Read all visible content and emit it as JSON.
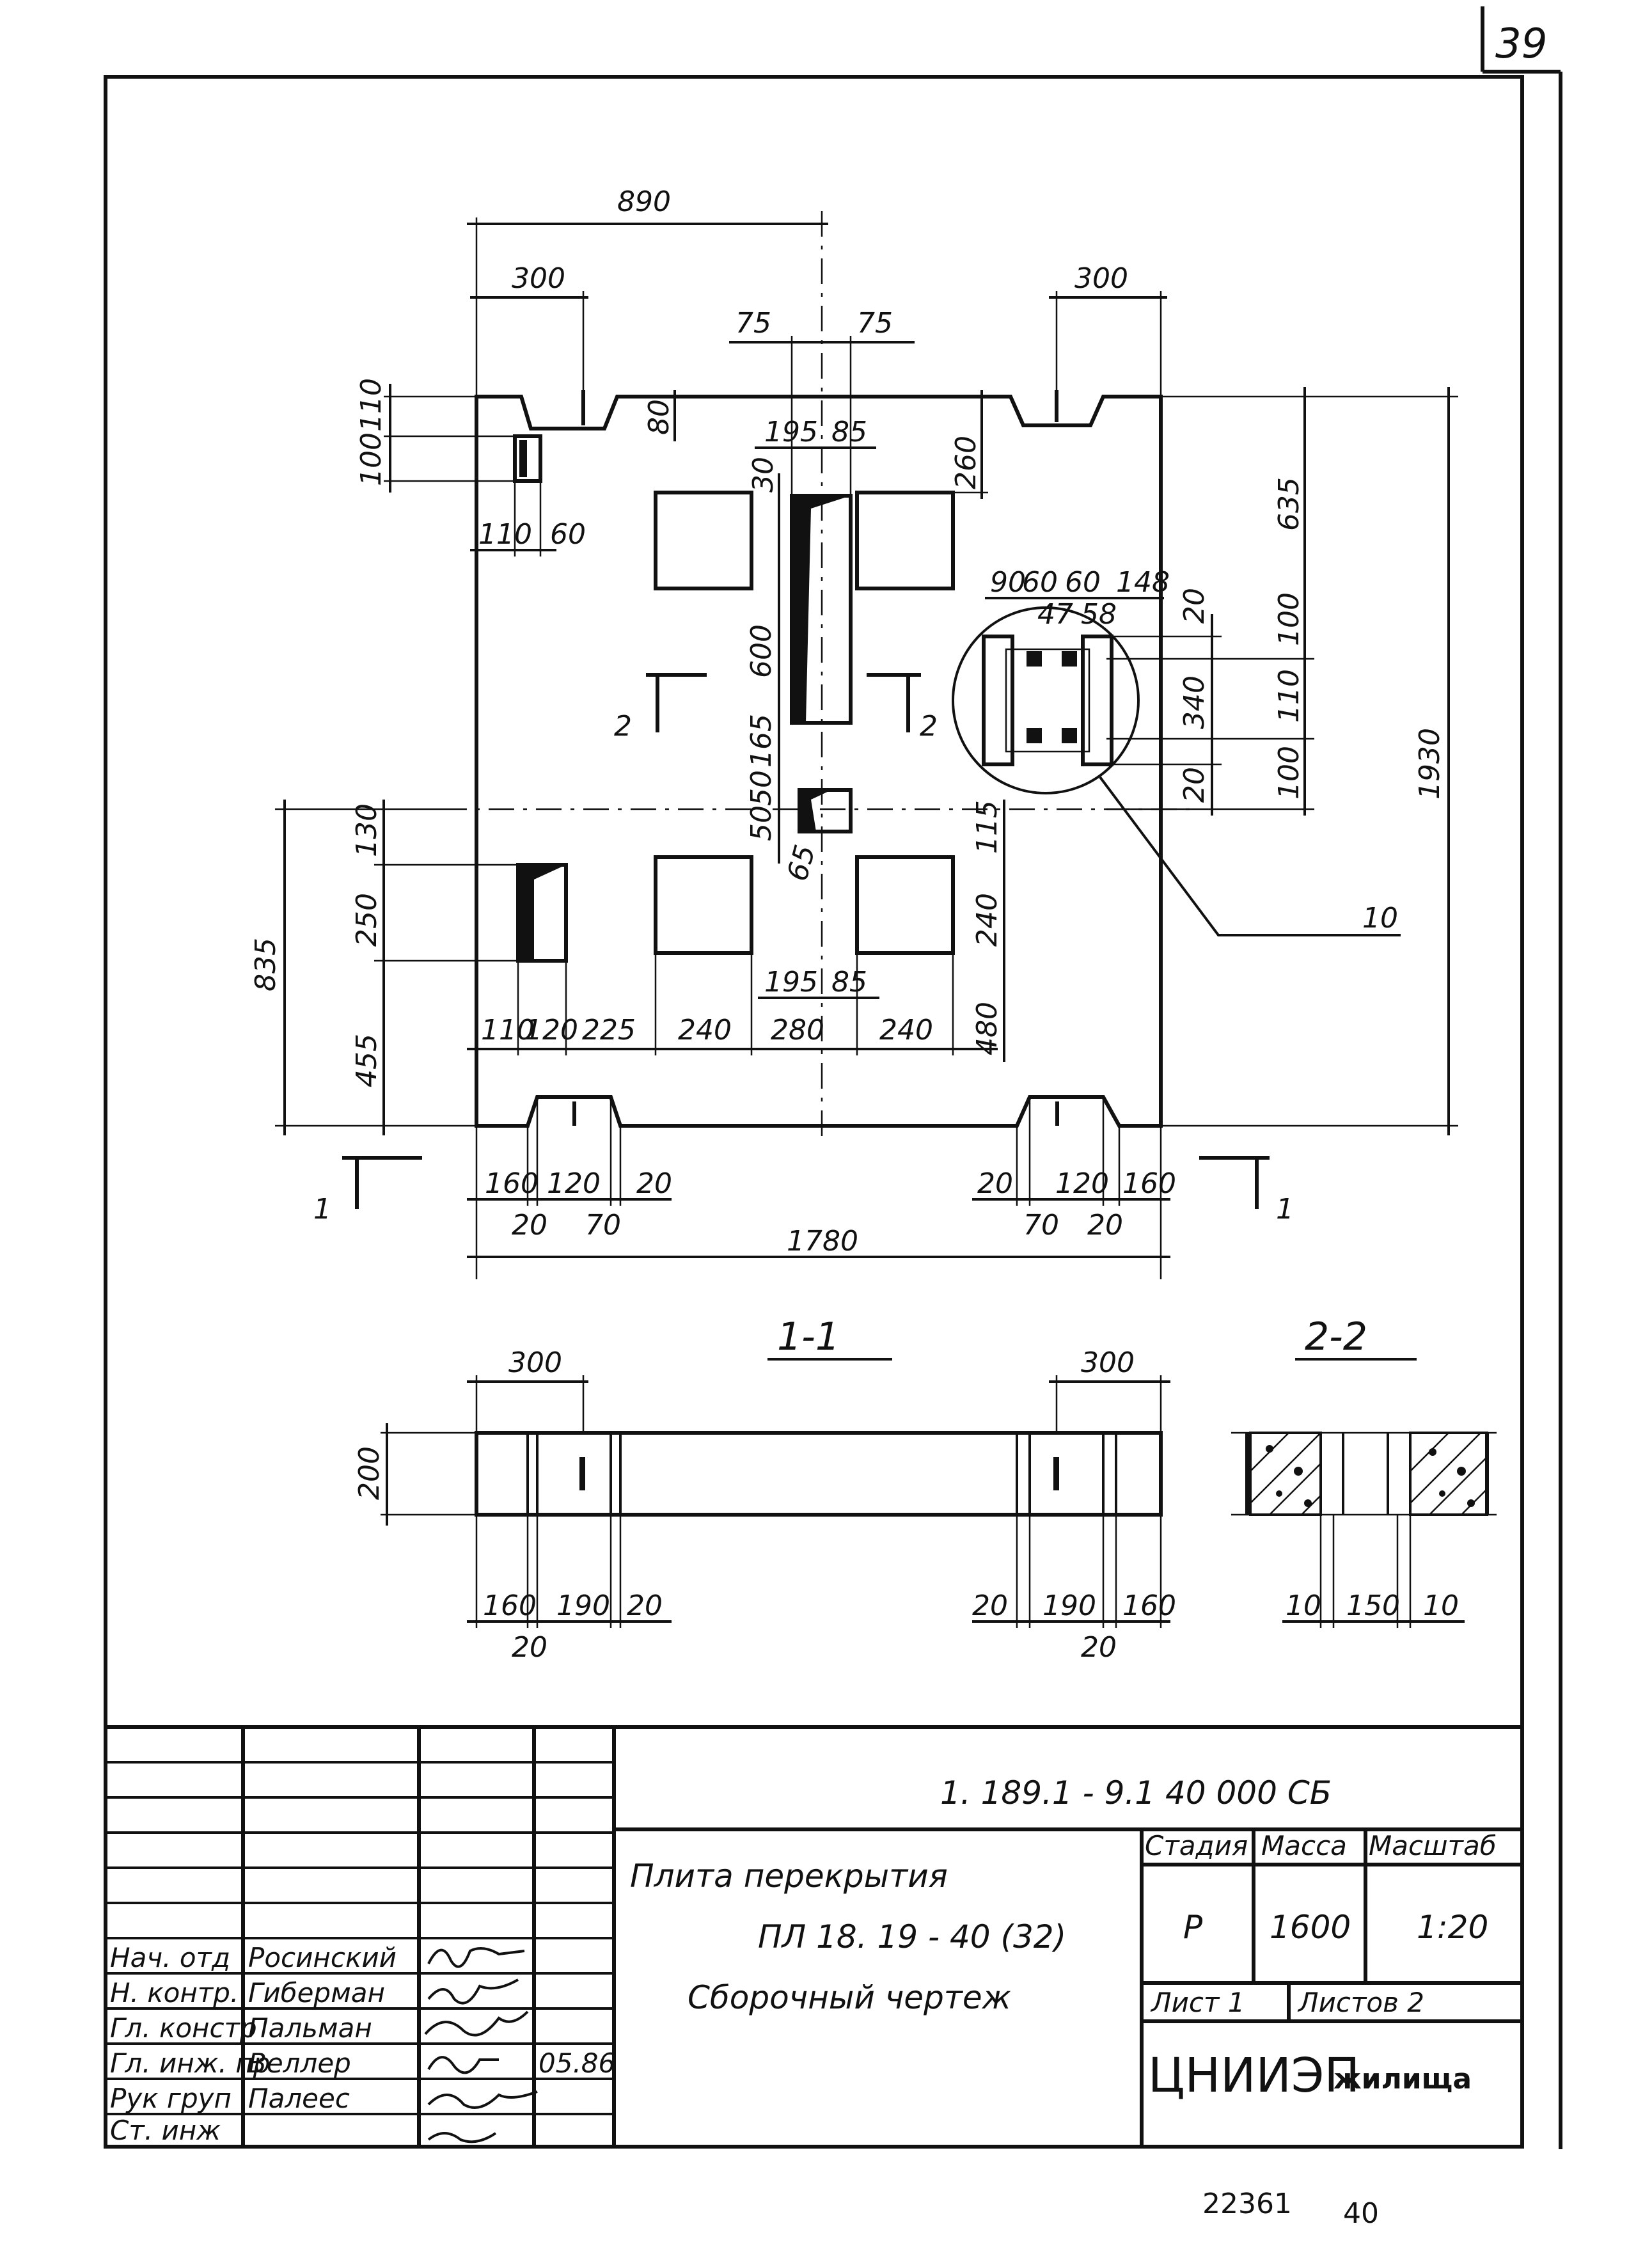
{
  "page_number": "39",
  "plan_dims": {
    "d890": "890",
    "d300a": "300",
    "d300b": "300",
    "d75a": "75",
    "d75b": "75",
    "d195a": "195",
    "d85a": "85",
    "d110a": "110",
    "d100a": "100",
    "d80": "80",
    "d110b": "110",
    "d60": "60",
    "d260": "260",
    "d30": "30",
    "d600": "600",
    "d165": "165",
    "d50a": "50",
    "d50b": "50",
    "d65": "65",
    "d635": "635",
    "d1930": "1930",
    "d20a": "20",
    "d100b": "100",
    "d110c": "110",
    "d340": "340",
    "d100c": "100",
    "d20b": "20",
    "d90": "90",
    "d60b": "60",
    "d60c": "60",
    "d148": "148",
    "d47": "47",
    "d58": "58",
    "d835": "835",
    "d130": "130",
    "d250": "250",
    "d455": "455",
    "d115": "115",
    "d240v": "240",
    "d480": "480",
    "d195b": "195",
    "d85b": "85",
    "bottom_row": [
      "110",
      "120",
      "225",
      "240",
      "280",
      "240"
    ],
    "d160a": "160",
    "d120a": "120",
    "d20c": "20",
    "d20d": "20",
    "d70a": "70",
    "d20e": "20",
    "d120b": "120",
    "d160b": "160",
    "d70b": "70",
    "d20f": "20",
    "d1780": "1780",
    "callout": "10",
    "sec1_mark": "1",
    "sec2_mark": "2"
  },
  "section_1_1": {
    "title": "1-1",
    "d300a": "300",
    "d300b": "300",
    "d200": "200",
    "d160a": "160",
    "d190a": "190",
    "d20a": "20",
    "d20b": "20",
    "d20c": "20",
    "d190b": "190",
    "d160b": "160",
    "d20d": "20"
  },
  "section_2_2": {
    "title": "2-2",
    "d10a": "10",
    "d150": "150",
    "d10b": "10"
  },
  "title_block": {
    "doc_code": "1. 189.1 - 9.1   40 000 СБ",
    "name_line1": "Плита перекрытия",
    "name_line2": "ПЛ 18. 19 - 40 (32)",
    "name_line3": "Сборочный чертеж",
    "h_stage": "Стадия",
    "h_mass": "Масса",
    "h_scale": "Масштаб",
    "stage": "Р",
    "mass": "1600",
    "scale": "1:20",
    "sheet": "Лист 1",
    "sheets": "Листов 2",
    "org_main": "ЦНИИЭП",
    "org_sub": "жилища",
    "roles": [
      {
        "role": "Нач. отд",
        "name": "Росинский"
      },
      {
        "role": "Н. контр.",
        "name": "Гиберман"
      },
      {
        "role": "Гл. констр",
        "name": "Пальман"
      },
      {
        "role": "Гл. инж. пр",
        "name": "Веллер",
        "date": "05.86"
      },
      {
        "role": "Рук груп",
        "name": "Палеес"
      },
      {
        "role": "Ст. инж",
        "name": ""
      }
    ]
  },
  "footer_left": "22361",
  "footer_right": "40"
}
